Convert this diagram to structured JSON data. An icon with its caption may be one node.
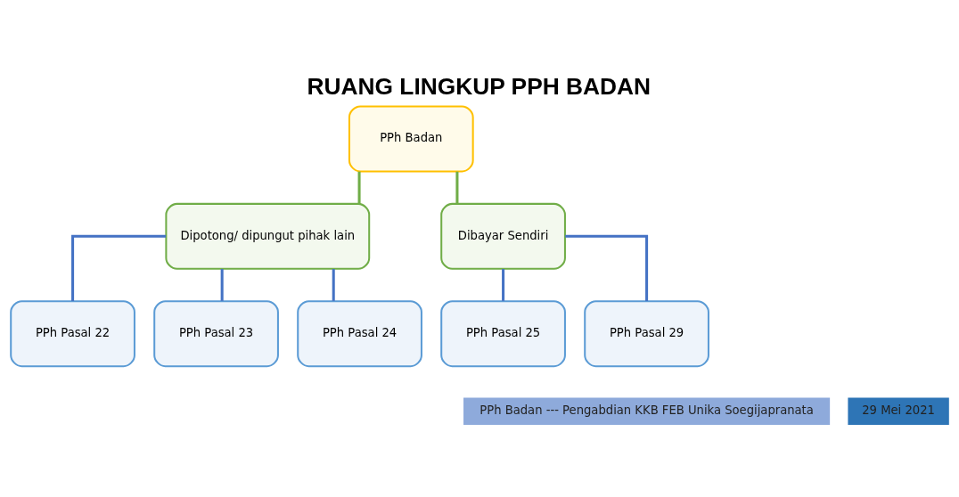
{
  "diagram": {
    "title": "RUANG LINGKUP PPH BADAN",
    "nodes": [
      {
        "text": [
          "PPh Badan"
        ]
      },
      {
        "text": [
          "Dipotong/ dipungut pihak lain"
        ]
      },
      {
        "text": [
          "Dibayar Sendiri"
        ]
      },
      {
        "text": [
          "PPh Pasal 22"
        ]
      },
      {
        "text": [
          "PPh Pasal 23"
        ]
      },
      {
        "text": [
          "PPh Pasal 24"
        ]
      },
      {
        "text": [
          "PPh Pasal 25"
        ]
      },
      {
        "text": [
          "PPh Pasal 29"
        ]
      }
    ],
    "edges": [
      {
        "from": 0,
        "to": 1,
        "arrow": "none",
        "color": "#70ad47"
      },
      {
        "from": 0,
        "to": 2,
        "arrow": "none",
        "color": "#70ad47"
      },
      {
        "from": 1,
        "to": 3,
        "arrow": "none"
      },
      {
        "from": 1,
        "to": 4,
        "arrow": "none"
      },
      {
        "from": 1,
        "to": 5,
        "arrow": "none"
      },
      {
        "from": 2,
        "to": 6,
        "arrow": "none"
      },
      {
        "from": 2,
        "to": 7,
        "arrow": "none"
      }
    ],
    "labels": [
      "PPh Badan --- Pengabdian KKB FEB Unika Soegijapranata",
      "29 Mei 2021"
    ]
  }
}
